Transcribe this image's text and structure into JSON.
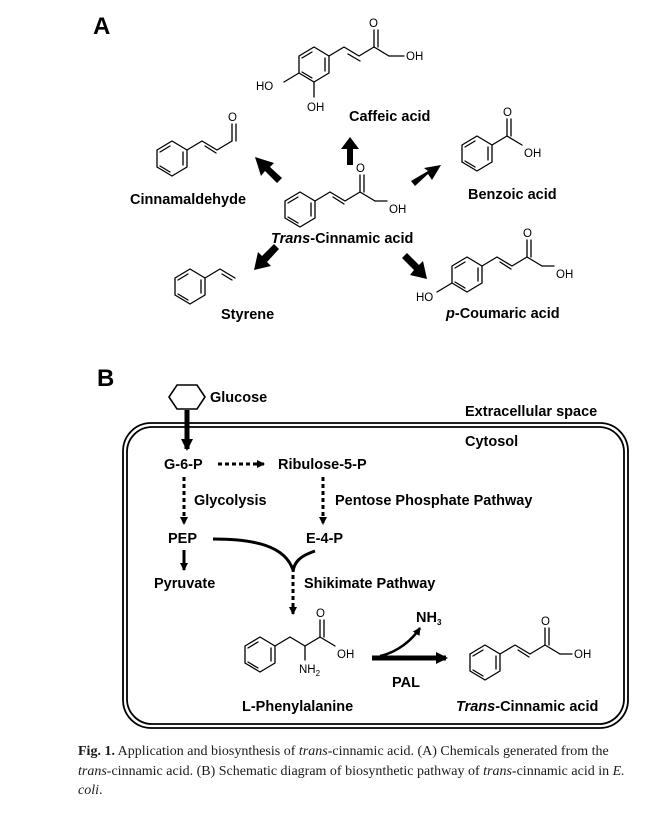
{
  "panel_a": {
    "letter": "A",
    "center": {
      "name_italic": "Trans",
      "name_rest": "-Cinnamic acid",
      "oh": "OH",
      "o": "O"
    },
    "caffeic": {
      "name": "Caffeic acid",
      "ho": "HO",
      "oh1": "OH",
      "oh2": "OH",
      "o": "O"
    },
    "cinnamaldehyde": {
      "name": "Cinnamaldehyde",
      "o": "O"
    },
    "benzoic": {
      "name": "Benzoic acid",
      "oh": "OH",
      "o": "O"
    },
    "styrene": {
      "name": "Styrene"
    },
    "coumaric": {
      "name_italic": "p",
      "name_rest": "-Coumaric acid",
      "ho": "HO",
      "oh": "OH",
      "o": "O"
    }
  },
  "panel_b": {
    "letter": "B",
    "glucose": "Glucose",
    "extracellular": "Extracellular space",
    "cytosol": "Cytosol",
    "g6p": "G-6-P",
    "ribulose": "Ribulose-5-P",
    "glycolysis": "Glycolysis",
    "ppp": "Pentose Phosphate Pathway",
    "pep": "PEP",
    "e4p": "E-4-P",
    "pyruvate": "Pyruvate",
    "shikimate": "Shikimate Pathway",
    "phe": {
      "name": "L-Phenylalanine",
      "o": "O",
      "oh": "OH",
      "nh2_main": "NH",
      "nh2_sub": "2"
    },
    "nh3_main": "NH",
    "nh3_sub": "3",
    "pal": "PAL",
    "product": {
      "name_italic": "Trans",
      "name_rest": "-Cinnamic acid",
      "o": "O",
      "oh": "OH"
    }
  },
  "caption": {
    "fig_no": "Fig. 1.",
    "t1": " Application and biosynthesis of ",
    "i1": "trans",
    "t2": "-cinnamic acid. (A) Chemicals generated from the ",
    "i2": "trans",
    "t3": "-cinnamic acid. (B) Schematic diagram of biosynthetic pathway of ",
    "i3": "trans",
    "t4": "-cinnamic acid in ",
    "i4": "E. coli",
    "t5": "."
  }
}
